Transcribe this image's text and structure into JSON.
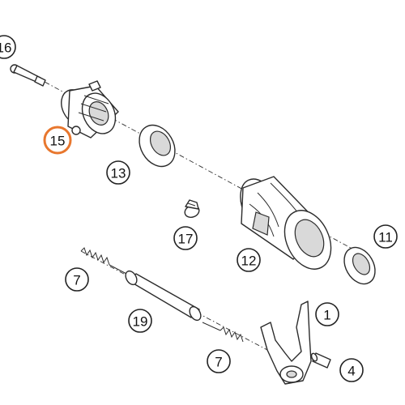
{
  "colors": {
    "highlight": "#e8772e",
    "line": "#2b2b2b",
    "shade": "#d9d9d9"
  },
  "callouts": [
    {
      "label": "16",
      "highlighted": false
    },
    {
      "label": "15",
      "highlighted": true
    },
    {
      "label": "13",
      "highlighted": false
    },
    {
      "label": "17",
      "highlighted": false
    },
    {
      "label": "12",
      "highlighted": false
    },
    {
      "label": "11",
      "highlighted": false
    },
    {
      "label": "7",
      "highlighted": false
    },
    {
      "label": "19",
      "highlighted": false
    },
    {
      "label": "1",
      "highlighted": false
    },
    {
      "label": "7",
      "highlighted": false
    },
    {
      "label": "4",
      "highlighted": false
    }
  ]
}
